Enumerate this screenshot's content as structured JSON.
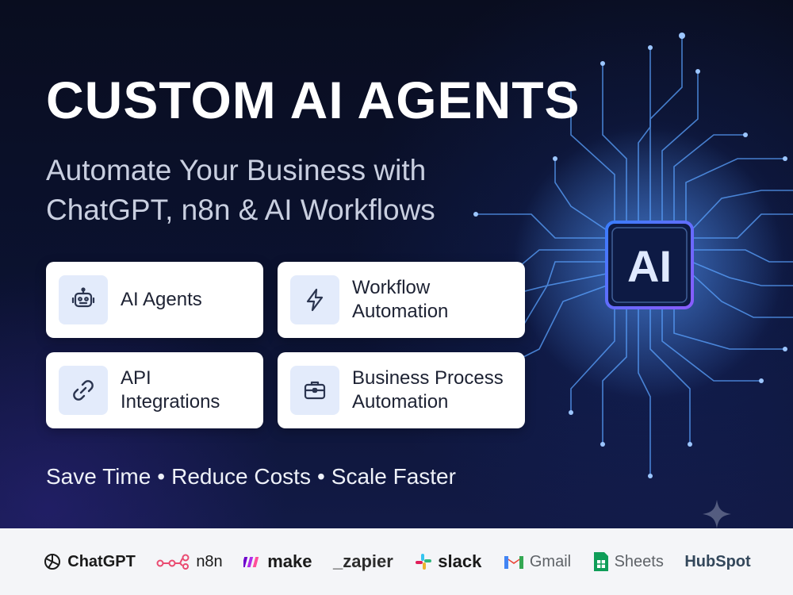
{
  "hero": {
    "title": "CUSTOM AI AGENTS",
    "subtitle": "Automate Your Business with ChatGPT, n8n & AI Workflows",
    "chip_label": "AI"
  },
  "services": [
    {
      "label": "AI Agents",
      "icon": "robot-icon"
    },
    {
      "label": "Workflow\nAutomation",
      "icon": "lightning-icon"
    },
    {
      "label": "API\nIntegrations",
      "icon": "link-icon"
    },
    {
      "label": "Business Process\nAutomation",
      "icon": "briefcase-icon"
    }
  ],
  "tagline": {
    "items": [
      "Save Time",
      "Reduce Costs",
      "Scale Faster"
    ],
    "separator": "•"
  },
  "logos": [
    {
      "name": "ChatGPT",
      "icon": "openai-icon",
      "color": "#1a1a1a"
    },
    {
      "name": "n8n",
      "icon": "n8n-icon",
      "color": "#ea4b71"
    },
    {
      "name": "make",
      "icon": "make-icon",
      "color": "#1a1a1a"
    },
    {
      "name": "_zapier",
      "icon": "zapier-icon",
      "color": "#ff4a00"
    },
    {
      "name": "slack",
      "icon": "slack-icon",
      "color": "#1a1a1a"
    },
    {
      "name": "Gmail",
      "icon": "gmail-icon",
      "color": "#5f6368"
    },
    {
      "name": "Sheets",
      "icon": "sheets-icon",
      "color": "#5f6368"
    },
    {
      "name": "HubSpot",
      "icon": "hubspot-icon",
      "color": "#33475b"
    }
  ],
  "colors": {
    "background": "#0b1024",
    "accent": "#5aa2ff",
    "card": "#ffffff",
    "icon_tile": "#e3ebfb"
  }
}
